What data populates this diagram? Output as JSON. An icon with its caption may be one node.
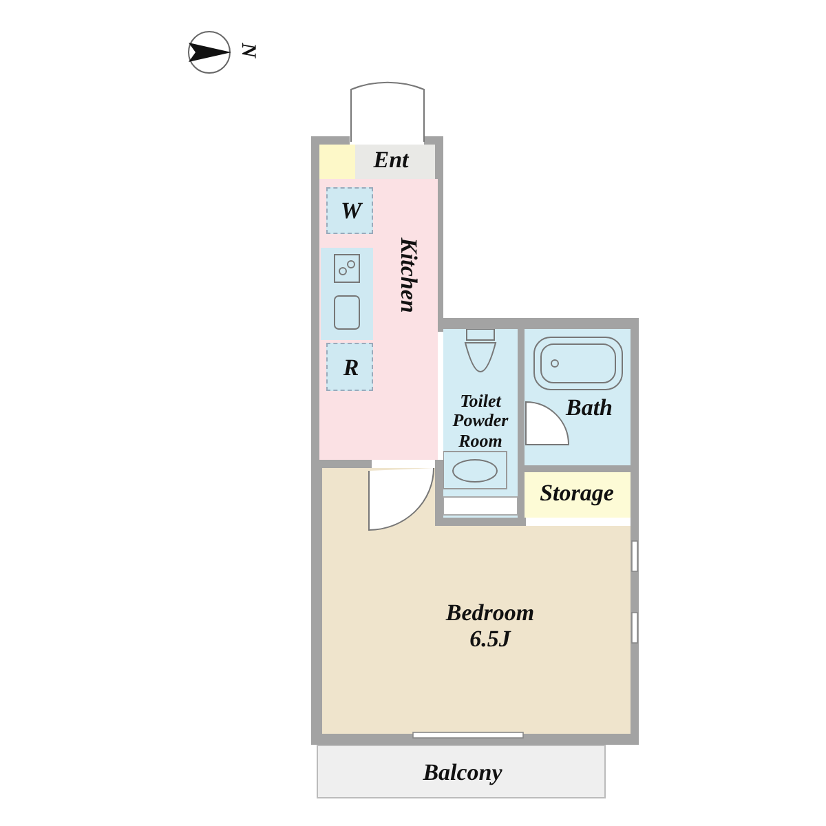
{
  "diagram": {
    "nodes": [
      {
        "text": [
          "Ent"
        ]
      },
      {
        "text": [
          "Kitchen"
        ]
      },
      {
        "text": [
          "W"
        ],
        "in": 1
      },
      {
        "text": [
          "R"
        ],
        "in": 1
      },
      {
        "text": [
          "Toilet Powder Room"
        ]
      },
      {
        "text": [
          "Bath"
        ]
      },
      {
        "text": [
          "Storage"
        ]
      },
      {
        "text": [
          "Bedroom",
          "6.5J"
        ]
      },
      {
        "text": [
          "Balcony"
        ]
      }
    ],
    "edges": [],
    "labels": [
      "N"
    ]
  }
}
